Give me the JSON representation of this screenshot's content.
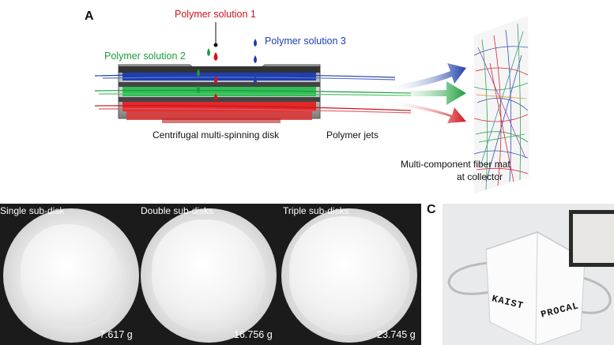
{
  "panel_a": {
    "letter": "A",
    "polymer_solution_1": "Polymer solution 1",
    "polymer_solution_2": "Polymer solution 2",
    "polymer_solution_3": "Polymer solution 3",
    "disk_label": "Centrifugal multi-spinning disk",
    "jets_label": "Polymer jets",
    "mat_label_line1": "Multi-component fiber mat",
    "mat_label_line2": "at collector",
    "colors": {
      "solution1": "#d0121b",
      "solution2": "#1a9e3a",
      "solution3": "#1f3fa8"
    }
  },
  "panel_b": {
    "dishes": [
      {
        "label": "Single sub-disk",
        "mass": "7.617 g"
      },
      {
        "label": "Double sub-disks",
        "mass": "16.756 g"
      },
      {
        "label": "Triple sub-disks",
        "mass": "23.745 g"
      }
    ]
  },
  "panel_c": {
    "letter": "C",
    "mask_text_left": "KAIST",
    "mask_text_right": "PROCAL"
  }
}
